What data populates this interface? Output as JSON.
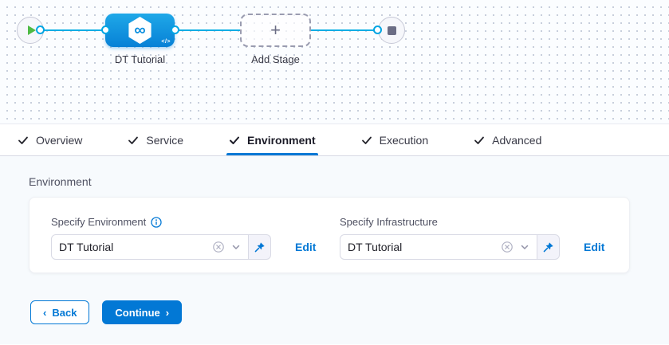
{
  "pipeline": {
    "stage_label": "DT Tutorial",
    "add_stage_label": "Add Stage",
    "plus_glyph": "+",
    "code_glyph": "</>",
    "infinity_glyph": "∞"
  },
  "tabs": [
    {
      "label": "Overview",
      "checked": true,
      "active": false
    },
    {
      "label": "Service",
      "checked": true,
      "active": false
    },
    {
      "label": "Environment",
      "checked": true,
      "active": true
    },
    {
      "label": "Execution",
      "checked": true,
      "active": false
    },
    {
      "label": "Advanced",
      "checked": true,
      "active": false
    }
  ],
  "environment_section": {
    "title": "Environment",
    "environment_field": {
      "label": "Specify Environment",
      "value": "DT Tutorial",
      "edit_label": "Edit"
    },
    "infrastructure_field": {
      "label": "Specify Infrastructure",
      "value": "DT Tutorial",
      "edit_label": "Edit"
    }
  },
  "footer": {
    "back_label": "Back",
    "continue_label": "Continue",
    "back_chevron": "‹",
    "continue_chevron": "›"
  },
  "colors": {
    "primary_blue": "#0278d5",
    "connector_cyan": "#00ade4",
    "stage_gradient_top": "#1fa8e8",
    "stage_gradient_bottom": "#0781d6",
    "play_green": "#4eba44",
    "canvas_bg": "#fbfdff",
    "content_bg": "#f7fafd"
  }
}
